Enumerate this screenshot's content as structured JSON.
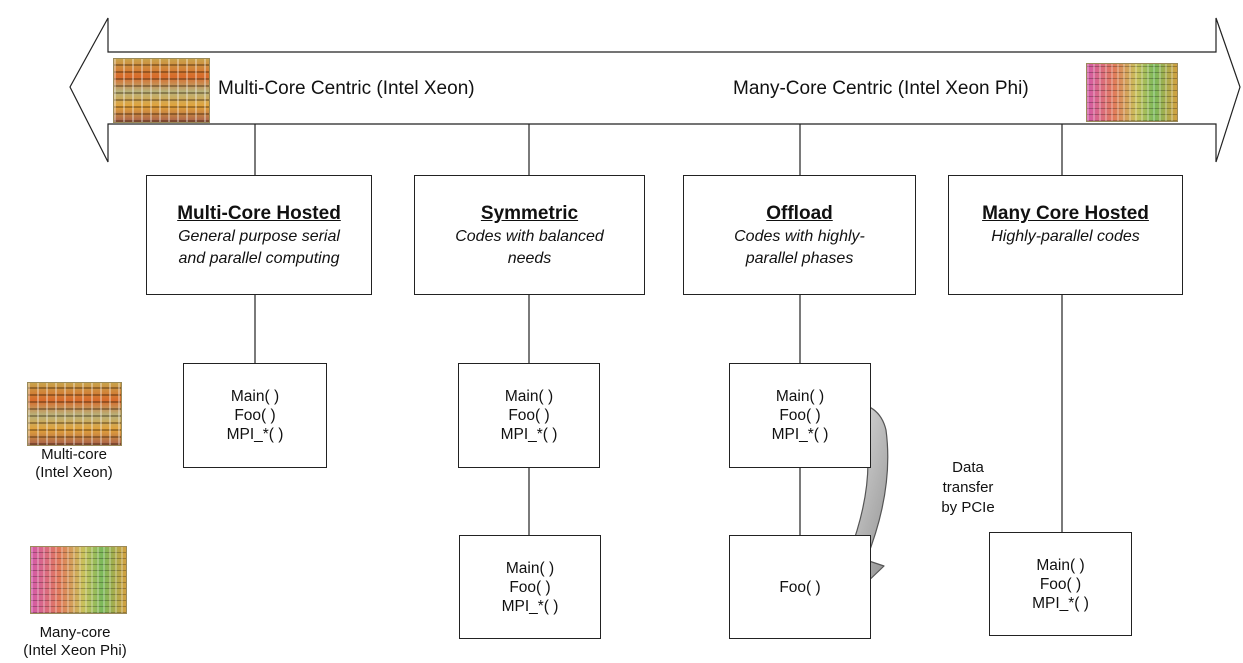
{
  "axis": {
    "left_label": "Multi-Core Centric  (Intel Xeon)",
    "right_label": "Many-Core Centric  (Intel Xeon Phi)"
  },
  "models": [
    {
      "title": "Multi-Core Hosted",
      "desc": [
        "General purpose serial",
        "and parallel computing"
      ]
    },
    {
      "title": "Symmetric",
      "desc": [
        "Codes with balanced",
        "needs"
      ]
    },
    {
      "title": "Offload",
      "desc": [
        "Codes with highly-",
        "parallel phases"
      ]
    },
    {
      "title": "Many Core Hosted",
      "desc": [
        "Highly-parallel codes"
      ]
    }
  ],
  "code_boxes": {
    "hosted_xeon": [
      "Main( )",
      "Foo( )",
      "MPI_*( )"
    ],
    "symmetric_xeon": [
      "Main( )",
      "Foo( )",
      "MPI_*( )"
    ],
    "symmetric_phi": [
      "Main( )",
      "Foo( )",
      "MPI_*( )"
    ],
    "offload_xeon": [
      "Main( )",
      "Foo( )",
      "MPI_*( )"
    ],
    "offload_phi": [
      "Foo( )"
    ],
    "hosted_phi": [
      "Main( )",
      "Foo( )",
      "MPI_*( )"
    ]
  },
  "side_labels": {
    "multi_core": [
      "Multi-core",
      "(Intel Xeon)"
    ],
    "many_core": [
      "Many-core",
      "(Intel Xeon Phi)"
    ]
  },
  "transfer_label": [
    "Data",
    "transfer",
    "by PCIe"
  ]
}
